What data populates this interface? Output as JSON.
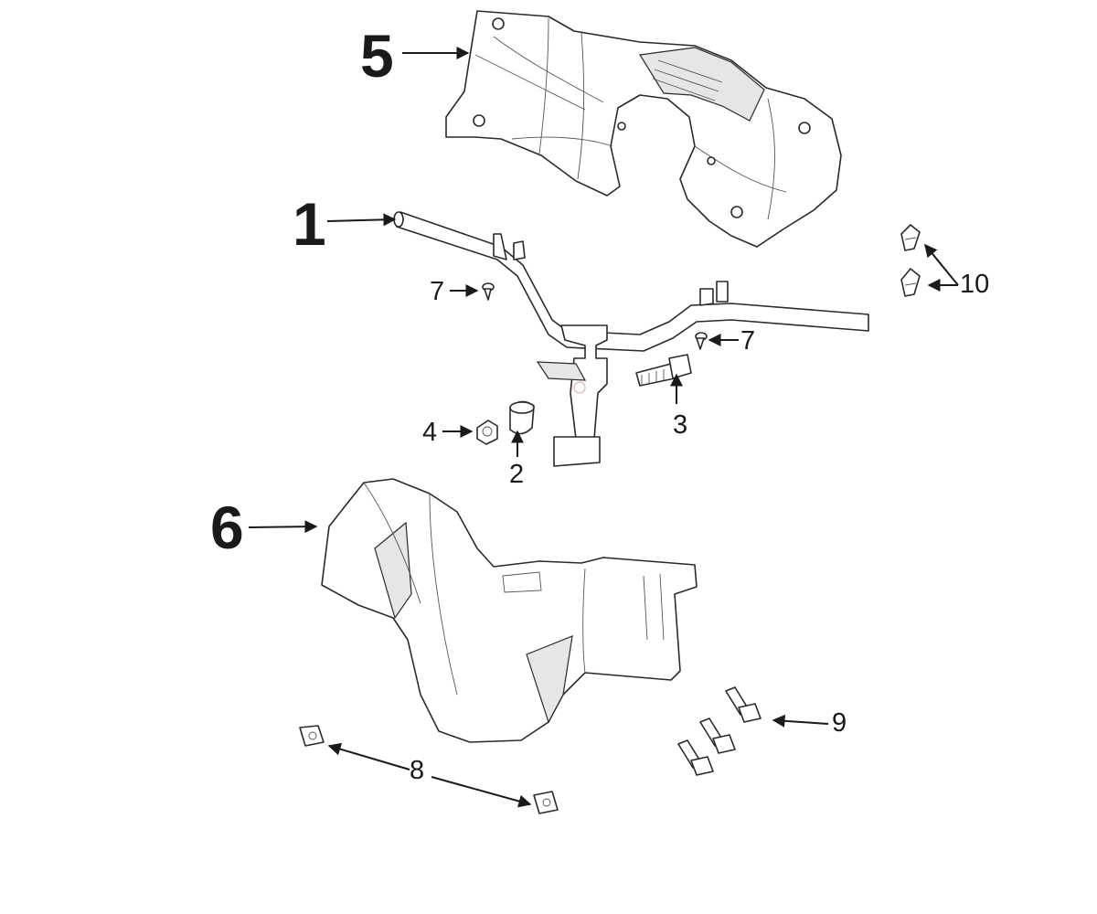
{
  "callouts": {
    "c1": "1",
    "c2": "2",
    "c3": "3",
    "c4": "4",
    "c5": "5",
    "c6": "6",
    "c7a": "7",
    "c7b": "7",
    "c8": "8",
    "c9": "9",
    "c10": "10"
  },
  "colors": {
    "line": "#2a2a2a",
    "fill": "#ffffff",
    "shade": "#e6e6e6"
  }
}
